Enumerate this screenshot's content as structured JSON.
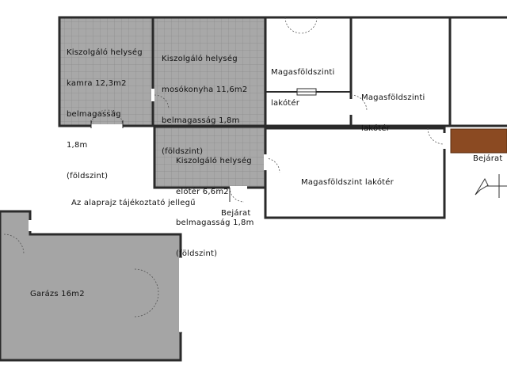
{
  "plan": {
    "rooms": {
      "kamra": {
        "lines": [
          "Kiszolgáló helység",
          "kamra 12,3m2",
          "belmagasság",
          "1,8m",
          "(földszint)"
        ]
      },
      "mosokonyha": {
        "lines": [
          "Kiszolgáló helység",
          "mosókonyha 11,6m2",
          "belmagasság 1,8m",
          "(földszint)"
        ]
      },
      "eloter": {
        "lines": [
          "Kiszolgáló helység",
          "előtér 6,6m2",
          "belmagasság 1,8m",
          "(földszint)"
        ]
      },
      "lakoter_1": {
        "lines": [
          "Magasföldszinti",
          "lakótér"
        ]
      },
      "lakoter_2": {
        "lines": [
          "Magasföldszinti",
          "lakótér"
        ]
      },
      "lakoter_3": {
        "lines": [
          "Magasföldszint lakótér"
        ]
      },
      "garazs": {
        "lines": [
          "Garázs 16m2"
        ]
      }
    },
    "entrances": {
      "main": "Bejárat",
      "right": "Bejárat"
    },
    "note": "Az alaprajz tájékoztató jellegű",
    "colors": {
      "service_fill": "#a8a8a8",
      "tile_grid": "#8c8c8c",
      "garage_fill": "#a5a5a5",
      "wall": "#2a2a2a",
      "stair": "#8b4a22"
    }
  }
}
